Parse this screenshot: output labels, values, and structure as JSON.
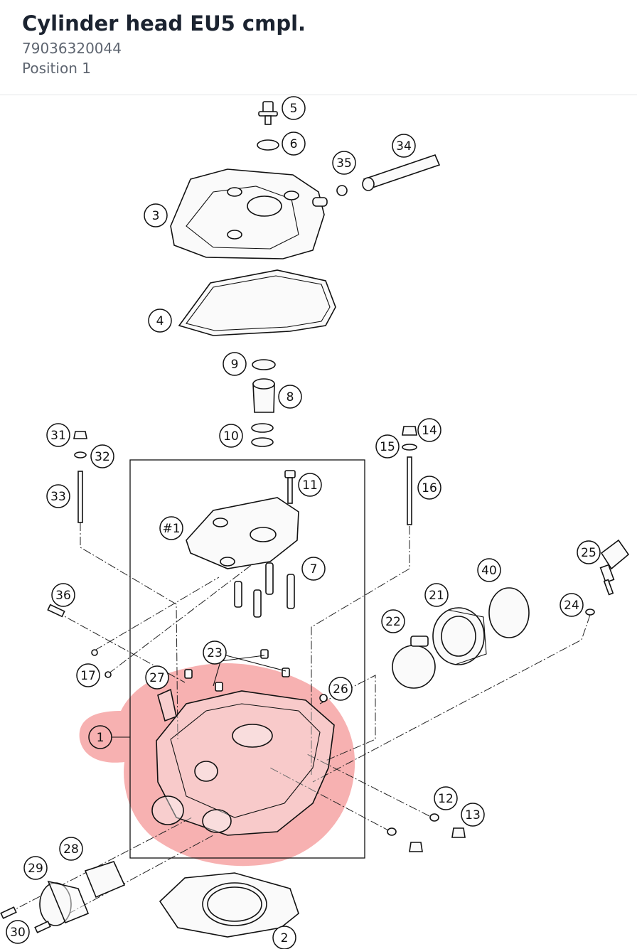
{
  "header": {
    "title": "Cylinder head EU5 cmpl.",
    "part_number": "79036320044",
    "position": "Position 1"
  },
  "diagram": {
    "highlight_color": "#f6a3a3",
    "callouts": [
      {
        "label": "1",
        "selected": true
      },
      {
        "label": "2"
      },
      {
        "label": "3"
      },
      {
        "label": "4"
      },
      {
        "label": "5"
      },
      {
        "label": "6"
      },
      {
        "label": "7"
      },
      {
        "label": "8"
      },
      {
        "label": "9"
      },
      {
        "label": "10"
      },
      {
        "label": "11"
      },
      {
        "label": "12"
      },
      {
        "label": "13"
      },
      {
        "label": "14"
      },
      {
        "label": "15"
      },
      {
        "label": "16"
      },
      {
        "label": "17"
      },
      {
        "label": "21"
      },
      {
        "label": "22"
      },
      {
        "label": "23"
      },
      {
        "label": "24"
      },
      {
        "label": "25"
      },
      {
        "label": "26"
      },
      {
        "label": "27"
      },
      {
        "label": "28"
      },
      {
        "label": "29"
      },
      {
        "label": "30"
      },
      {
        "label": "31"
      },
      {
        "label": "32"
      },
      {
        "label": "33"
      },
      {
        "label": "34"
      },
      {
        "label": "35"
      },
      {
        "label": "36"
      },
      {
        "label": "40"
      },
      {
        "label": "#1"
      }
    ]
  }
}
